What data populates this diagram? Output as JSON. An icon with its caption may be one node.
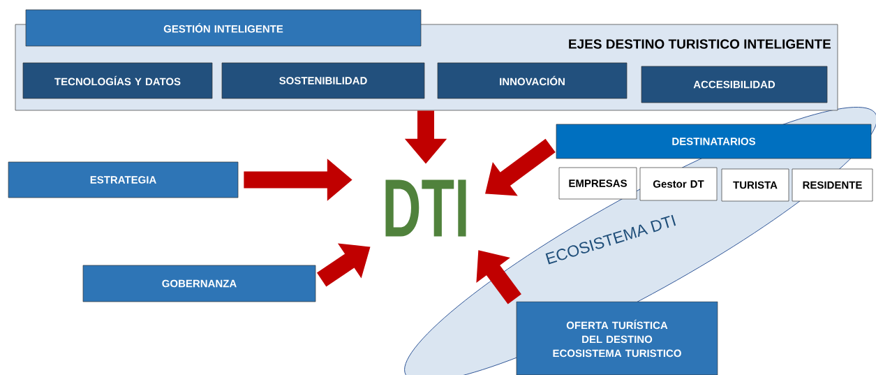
{
  "diagram": {
    "nodes": [
      {
        "text": [
          "EJES DESTINO TURISTICO INTELIGENTE"
        ]
      },
      {
        "text": [
          "GESTIÓN INTELIGENTE"
        ]
      },
      {
        "text": [
          "TECNOLOGÍAS Y DATOS"
        ],
        "in": 0
      },
      {
        "text": [
          "SOSTENIBILIDAD"
        ],
        "in": 0
      },
      {
        "text": [
          "INNOVACIÓN"
        ],
        "in": 0
      },
      {
        "text": [
          "ACCESIBILIDAD"
        ],
        "in": 0
      },
      {
        "text": [
          "ESTRATEGIA"
        ]
      },
      {
        "text": [
          "DTI"
        ]
      },
      {
        "text": [
          "GOBERNANZA"
        ]
      },
      {
        "text": [
          "ECOSISTEMA DTI"
        ]
      },
      {
        "text": [
          "DESTINATARIOS"
        ]
      },
      {
        "text": [
          "EMPRESAS"
        ]
      },
      {
        "text": [
          "Gestor DT"
        ],
        "in": 9
      },
      {
        "text": [
          "TURISTA"
        ],
        "in": 9
      },
      {
        "text": [
          "RESIDENTE"
        ]
      },
      {
        "text": [
          "OFERTA TURÍSTICA DEL DESTINO ECOSISTEMA TURISTICO"
        ]
      }
    ],
    "edges": [
      {
        "from": 0,
        "to": 7,
        "arrow": "to"
      },
      {
        "from": 10,
        "to": 7,
        "arrow": "to"
      },
      {
        "from": 6,
        "to": 7,
        "arrow": "to"
      },
      {
        "from": 8,
        "to": 7,
        "arrow": "to"
      },
      {
        "from": 15,
        "to": 7,
        "arrow": "to"
      }
    ]
  }
}
